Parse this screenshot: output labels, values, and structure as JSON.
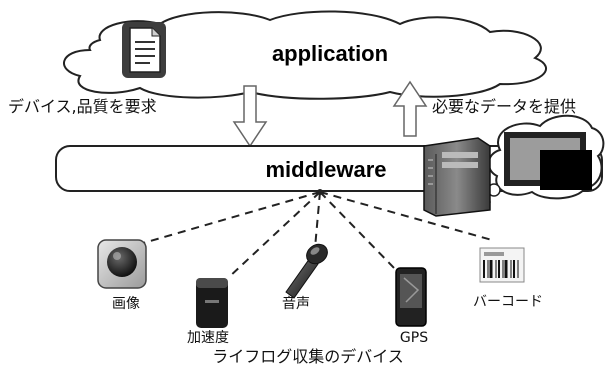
{
  "diagram": {
    "application_label": "application",
    "middleware_label": "middleware",
    "request_label": "デバイス,品質を要求",
    "provide_label": "必要なデータを提供",
    "devices": [
      {
        "label": "画像",
        "icon": "camera-icon"
      },
      {
        "label": "加速度",
        "icon": "accelerometer-icon"
      },
      {
        "label": "音声",
        "icon": "microphone-icon"
      },
      {
        "label": "GPS",
        "icon": "gps-icon"
      },
      {
        "label": "バーコード",
        "icon": "barcode-icon"
      }
    ],
    "caption": "ライフログ収集のデバイス"
  }
}
